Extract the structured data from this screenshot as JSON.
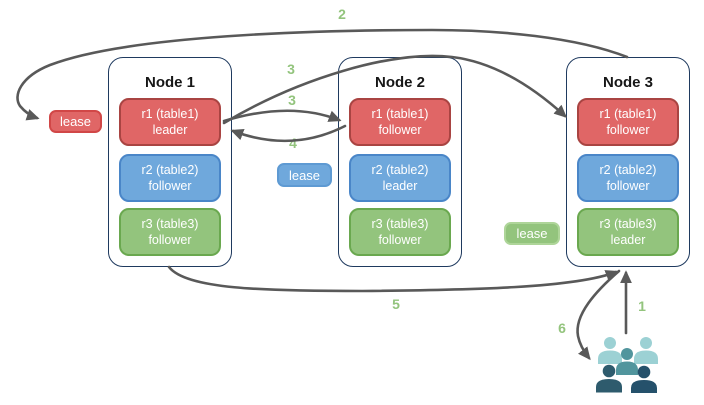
{
  "nodes": [
    {
      "title": "Node 1",
      "replicas": [
        {
          "name": "r1 (table1)",
          "role": "leader",
          "color": "red"
        },
        {
          "name": "r2 (table2)",
          "role": "follower",
          "color": "blue"
        },
        {
          "name": "r3 (table3)",
          "role": "follower",
          "color": "green"
        }
      ]
    },
    {
      "title": "Node 2",
      "replicas": [
        {
          "name": "r1 (table1)",
          "role": "follower",
          "color": "red"
        },
        {
          "name": "r2 (table2)",
          "role": "leader",
          "color": "blue"
        },
        {
          "name": "r3 (table3)",
          "role": "follower",
          "color": "green"
        }
      ]
    },
    {
      "title": "Node 3",
      "replicas": [
        {
          "name": "r1 (table1)",
          "role": "follower",
          "color": "red"
        },
        {
          "name": "r2 (table2)",
          "role": "follower",
          "color": "blue"
        },
        {
          "name": "r3 (table3)",
          "role": "leader",
          "color": "green"
        }
      ]
    }
  ],
  "leases": [
    {
      "for": "table1",
      "label": "lease",
      "color": "red"
    },
    {
      "for": "table2",
      "label": "lease",
      "color": "blue"
    },
    {
      "for": "table3",
      "label": "lease",
      "color": "green"
    }
  ],
  "steps": {
    "s1": "1",
    "s2": "2",
    "s3a": "3",
    "s3b": "3",
    "s4": "4",
    "s5": "5",
    "s6": "6"
  },
  "users_icon": {
    "people_count": 5
  },
  "colors": {
    "red_fill": "#e06666",
    "red_border": "#a94442",
    "blue_fill": "#6fa8dc",
    "blue_border": "#4a86c8",
    "green_fill": "#93c47d",
    "green_border": "#6aa84f",
    "lease_red_border": "#d14747",
    "lease_blue_border": "#5e9ad3",
    "lease_green_border": "#aed599",
    "node_border": "#1f3a5f",
    "arrow": "#595959",
    "step_label": "#93c47d",
    "users_light": "#9cd1d4",
    "users_mid": "#51959d",
    "users_dark_left": "#2e5b6d",
    "users_dark_right": "#25516b"
  }
}
